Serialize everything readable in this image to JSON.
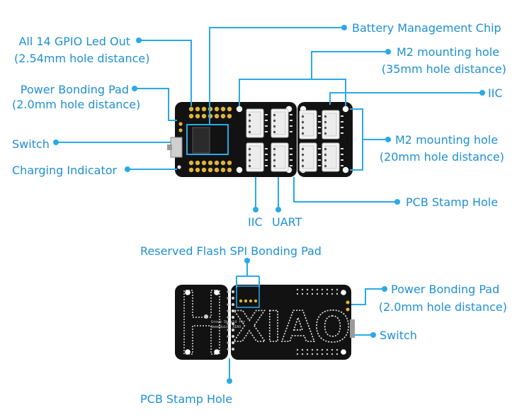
{
  "accent_color": "#29a9e8",
  "board_color": "#121212",
  "labels": {
    "gpio_line1": "All 14 GPIO Led Out",
    "gpio_line2": "(2.54mm hole distance)",
    "power_pad_line1": "Power Bonding Pad",
    "power_pad_line2": "(2.0mm hole distance)",
    "switch": "Switch",
    "charging": "Charging Indicator",
    "battery_chip": "Battery Management Chip",
    "m2_35_line1": "M2 mounting hole",
    "m2_35_line2": "(35mm hole distance)",
    "iic_right": "IIC",
    "m2_20_line1": "M2 mounting hole",
    "m2_20_line2": "(20mm hole distance)",
    "pcb_stamp_top": "PCB Stamp Hole",
    "iic_bottom": "IIC",
    "uart": "UART",
    "flash_spi": "Reserved Flash SPI Bonding Pad",
    "power_pad_back_line1": "Power Bonding Pad",
    "power_pad_back_line2": "(2.0mm hole distance)",
    "switch_back": "Switch",
    "pcb_stamp_bottom": "PCB Stamp Hole"
  },
  "back_board": {
    "logo_text": "XIAO",
    "silk_line1": "Grove Shield for",
    "silk_line2": "Seeeduino XIAO"
  }
}
